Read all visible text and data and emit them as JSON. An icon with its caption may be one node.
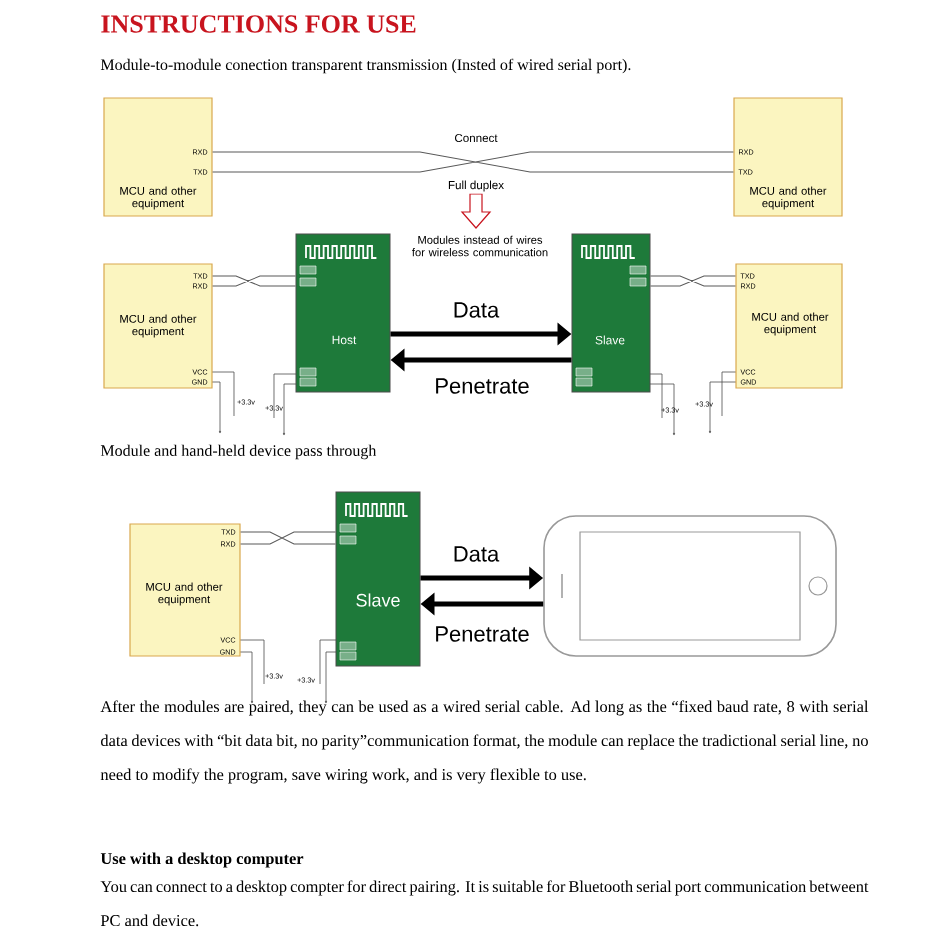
{
  "diagram": {
    "title": "INSTRUCTIONS FOR USE",
    "nodes": [
      {
        "text": [
          "RXD",
          "TXD",
          "MCU and other equipment"
        ]
      },
      {
        "text": [
          "RXD",
          "TXD",
          "MCU and other equipment"
        ]
      },
      {
        "text": [
          "TXD",
          "RXD",
          "MCU and other equipment",
          "VCC",
          "GND"
        ]
      },
      {
        "text": [
          "Host"
        ]
      },
      {
        "text": [
          "Slave"
        ]
      },
      {
        "text": [
          "TXD",
          "RXD",
          "MCU and other equipment",
          "VCC",
          "GND"
        ]
      },
      {
        "text": [
          "TXD",
          "RXD",
          "MCU and other equipment",
          "VCC",
          "GND"
        ]
      },
      {
        "text": [
          "Slave"
        ]
      },
      {
        "text": [],
        "shape": "phone"
      }
    ],
    "edges": [
      {
        "from": 0,
        "to": 1,
        "arrow": "none",
        "label": "Connect"
      },
      {
        "from": 2,
        "to": 3,
        "arrow": "none"
      },
      {
        "from": 3,
        "to": 4,
        "arrow": "to",
        "label": "Data",
        "style": "thick"
      },
      {
        "from": 4,
        "to": 3,
        "arrow": "to",
        "label": "Penetrate",
        "style": "thick"
      },
      {
        "from": 4,
        "to": 5,
        "arrow": "none"
      },
      {
        "from": 6,
        "to": 7,
        "arrow": "none"
      },
      {
        "from": 7,
        "to": 8,
        "arrow": "to",
        "label": "Data",
        "style": "thick"
      },
      {
        "from": 8,
        "to": 7,
        "arrow": "to",
        "label": "Penetrate",
        "style": "thick"
      }
    ],
    "labels": [
      "Module-to-module conection transparent transmission (Insted of wired serial port).",
      "Full duplex",
      "Modules instead of wires for wireless communication",
      "+3.3v",
      "+3.3v",
      "+3.3v",
      "+3.3v",
      "Module and hand-held device pass through",
      "+3.3v",
      "+3.3v",
      "After the modules are paired, they can be used as a wired serial cable. Ad long as the “fixed baud rate, 8 with serial data devices with “bit data bit, no parity”communication format, the module can replace the tradictional serial line, no need to modify the program, save wiring work, and is very flexible to use.",
      "Use with a desktop computer",
      "You can connect to a desktop compter for direct pairing. It is suitable for Bluetooth serial port communication betweent PC and device."
    ]
  }
}
